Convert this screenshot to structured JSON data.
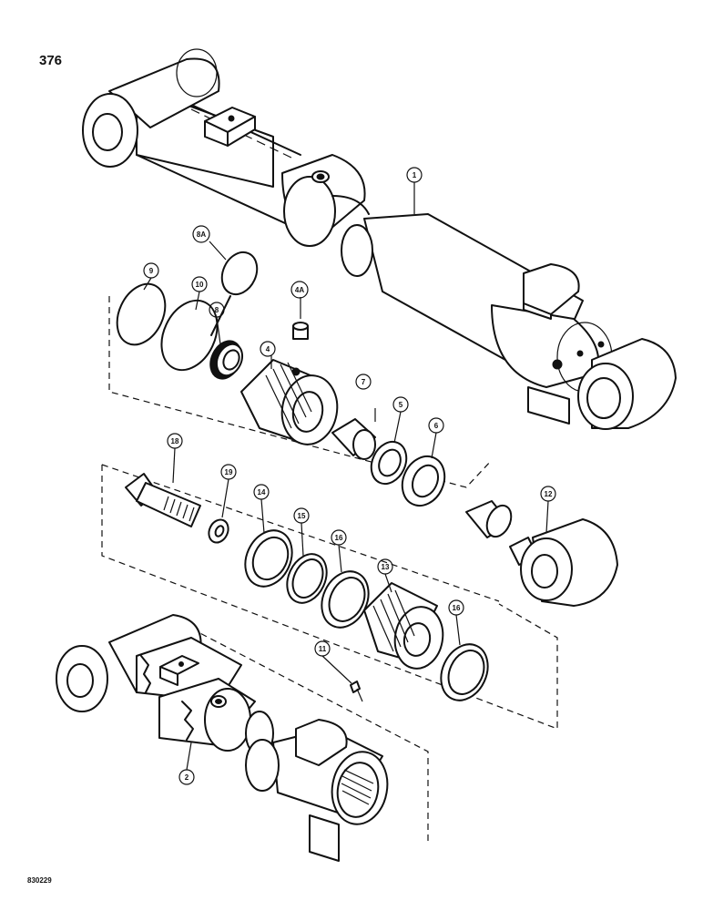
{
  "page_number": "376",
  "figure_code": "830229",
  "callouts": {
    "c1": "1",
    "c2": "2",
    "c4": "4",
    "c4a": "4A",
    "c5": "5",
    "c6": "6",
    "c7": "7",
    "c8": "8",
    "c8a": "8A",
    "c9": "9",
    "c10": "10",
    "c11": "11",
    "c12": "12",
    "c13": "13",
    "c14": "14",
    "c15": "15",
    "c16a": "16",
    "c16b": "16",
    "c18": "18",
    "c19": "19"
  }
}
